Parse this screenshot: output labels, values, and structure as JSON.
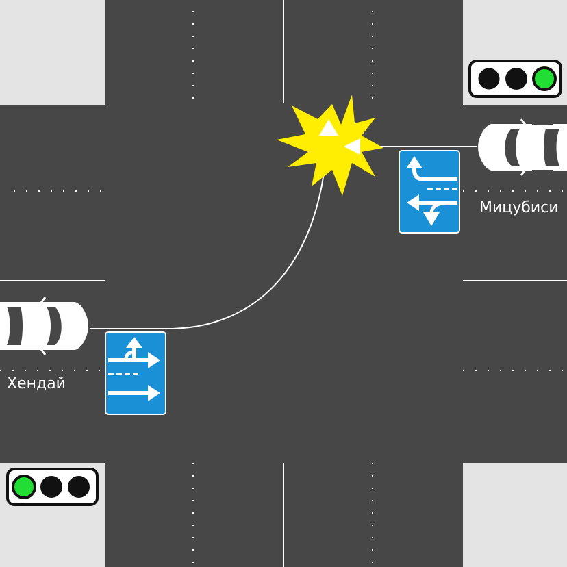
{
  "cars": {
    "left": {
      "name": "Хендай"
    },
    "right": {
      "name": "Мицубиси"
    }
  },
  "traffic_lights": {
    "top_right": {
      "active": "right",
      "active_color": "#22dd33"
    },
    "bottom_left": {
      "active": "left",
      "active_color": "#22dd33"
    }
  },
  "signs": {
    "left": {
      "type": "lane-directions",
      "color": "#1a90d6"
    },
    "right": {
      "type": "lane-directions",
      "color": "#1a90d6"
    }
  },
  "collision": {
    "color": "#ffee00"
  },
  "colors": {
    "road": "#474747",
    "sidewalk": "#e4e4e4",
    "marking": "#ffffff"
  }
}
